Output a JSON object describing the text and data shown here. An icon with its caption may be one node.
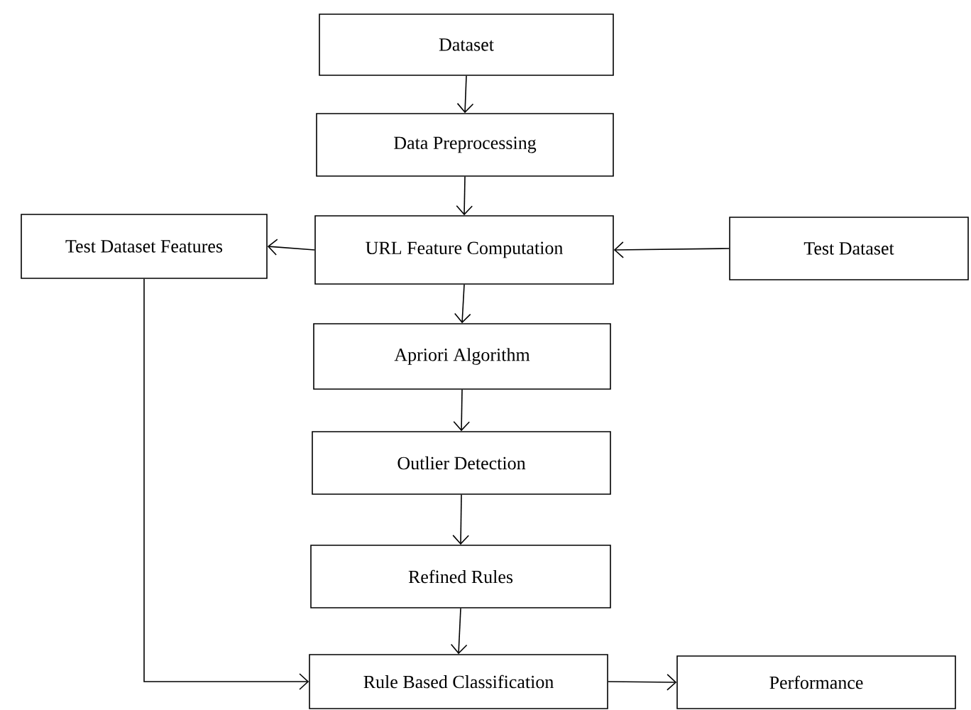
{
  "diagram": {
    "nodes": [
      {
        "text": [
          "Dataset"
        ]
      },
      {
        "text": [
          "Data Preprocessing"
        ]
      },
      {
        "text": [
          "Test Dataset Features"
        ]
      },
      {
        "text": [
          "URL Feature Computation"
        ]
      },
      {
        "text": [
          "Test Dataset"
        ]
      },
      {
        "text": [
          "Apriori Algorithm"
        ]
      },
      {
        "text": [
          "Outlier Detection"
        ]
      },
      {
        "text": [
          "Refined Rules"
        ]
      },
      {
        "text": [
          "Rule Based Classification"
        ]
      },
      {
        "text": [
          "Performance"
        ]
      }
    ],
    "edges": [
      {
        "from": 0,
        "to": 1,
        "arrow": "to"
      },
      {
        "from": 1,
        "to": 3,
        "arrow": "to"
      },
      {
        "from": 3,
        "to": 2,
        "arrow": "to"
      },
      {
        "from": 4,
        "to": 3,
        "arrow": "to"
      },
      {
        "from": 3,
        "to": 5,
        "arrow": "to"
      },
      {
        "from": 5,
        "to": 6,
        "arrow": "to"
      },
      {
        "from": 6,
        "to": 7,
        "arrow": "to"
      },
      {
        "from": 7,
        "to": 8,
        "arrow": "to"
      },
      {
        "from": 2,
        "to": 8,
        "arrow": "to"
      },
      {
        "from": 8,
        "to": 9,
        "arrow": "to"
      }
    ]
  }
}
